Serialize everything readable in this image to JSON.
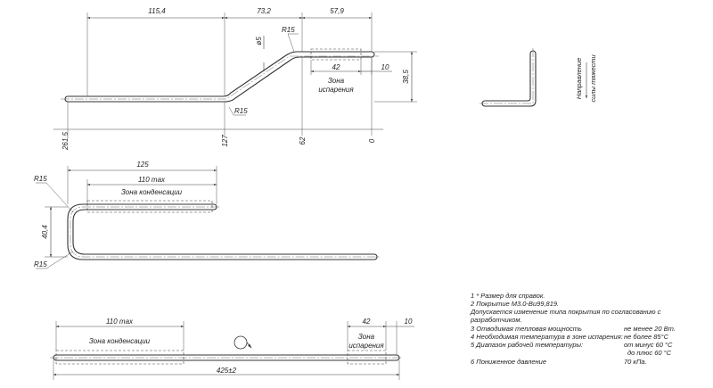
{
  "top_view": {
    "dims": {
      "d1": "115,4",
      "d2": "73,2",
      "d3": "57,9",
      "d4": "42",
      "d5": "10",
      "d6": "38,5",
      "d7": "ø5"
    },
    "radii": {
      "r_top": "R15",
      "r_bottom": "R15"
    },
    "zone_label_1": "Зона",
    "zone_label_2": "испарения",
    "coords": {
      "c0": "261,5",
      "c1": "127",
      "c2": "62",
      "c3": "0"
    }
  },
  "side_note": {
    "line1": "Направление",
    "line2": "силы тяжести"
  },
  "middle_view": {
    "dims": {
      "d1": "125",
      "d2": "110 max",
      "d3": "40,4"
    },
    "zone_label": "Зона конденсации",
    "radii": {
      "r_top": "R15",
      "r_bottom": "R15"
    }
  },
  "bottom_view": {
    "dims": {
      "d1": "110 max",
      "d2": "42",
      "d3": "10",
      "d4": "425±2"
    },
    "zone_left": "Зона конденсации",
    "zone_right_1": "Зона",
    "zone_right_2": "испарения"
  },
  "notes": [
    {
      "text": "1 * Размер для справок.",
      "value": ""
    },
    {
      "text": "2 Покрытие М3.0-Ви99,819.",
      "value": ""
    },
    {
      "text": "Допускается изменение типа покрытия по согласованию с",
      "value": ""
    },
    {
      "text": "разработчиком.",
      "value": ""
    },
    {
      "text": "3 Отводимая тепловая мощность",
      "value": "не менее 20 Вт."
    },
    {
      "text": "4 Необходимая температура в зоне испарения:",
      "value": "не более 85°С"
    },
    {
      "text": "5 Диапазон рабочей температуры:",
      "value": "от минус 60 °С"
    },
    {
      "text": "",
      "value": "до плюс 60 °С"
    },
    {
      "text": "6 Пониженное давление",
      "value": "70 кПа."
    }
  ]
}
